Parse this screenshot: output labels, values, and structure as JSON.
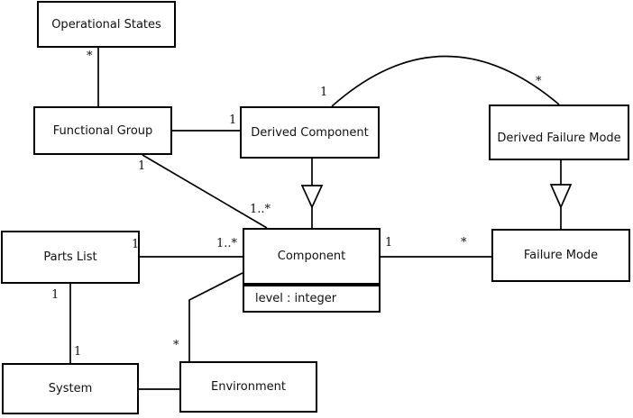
{
  "diagram_type": "uml-class-diagram",
  "colors": {
    "background": "#ffffff",
    "line": "#000000",
    "box_fill": "#ffffff",
    "text": "#111111"
  },
  "nodes": {
    "operational_states": {
      "label": "Operational States"
    },
    "functional_group": {
      "label": "Functional Group"
    },
    "derived_component": {
      "label": "Derived Component"
    },
    "derived_failure_mode": {
      "label": "Derived Failure Mode"
    },
    "component": {
      "label": "Component",
      "attribute": "level : integer"
    },
    "parts_list": {
      "label": "Parts List"
    },
    "failure_mode": {
      "label": "Failure Mode"
    },
    "system": {
      "label": "System"
    },
    "environment": {
      "label": "Environment"
    }
  },
  "multiplicities": {
    "os_fg_star": "*",
    "fg_dc_one": "1",
    "fg_comp_one": "1",
    "dc_arc_one": "1",
    "dfm_arc_star": "*",
    "fg_comp_many": "1..*",
    "pl_one": "1",
    "pl_comp_many": "1..*",
    "comp_one": "1",
    "fm_star": "*",
    "pl_sys_one": "1",
    "sys_pl_one": "1",
    "env_star": "*"
  }
}
